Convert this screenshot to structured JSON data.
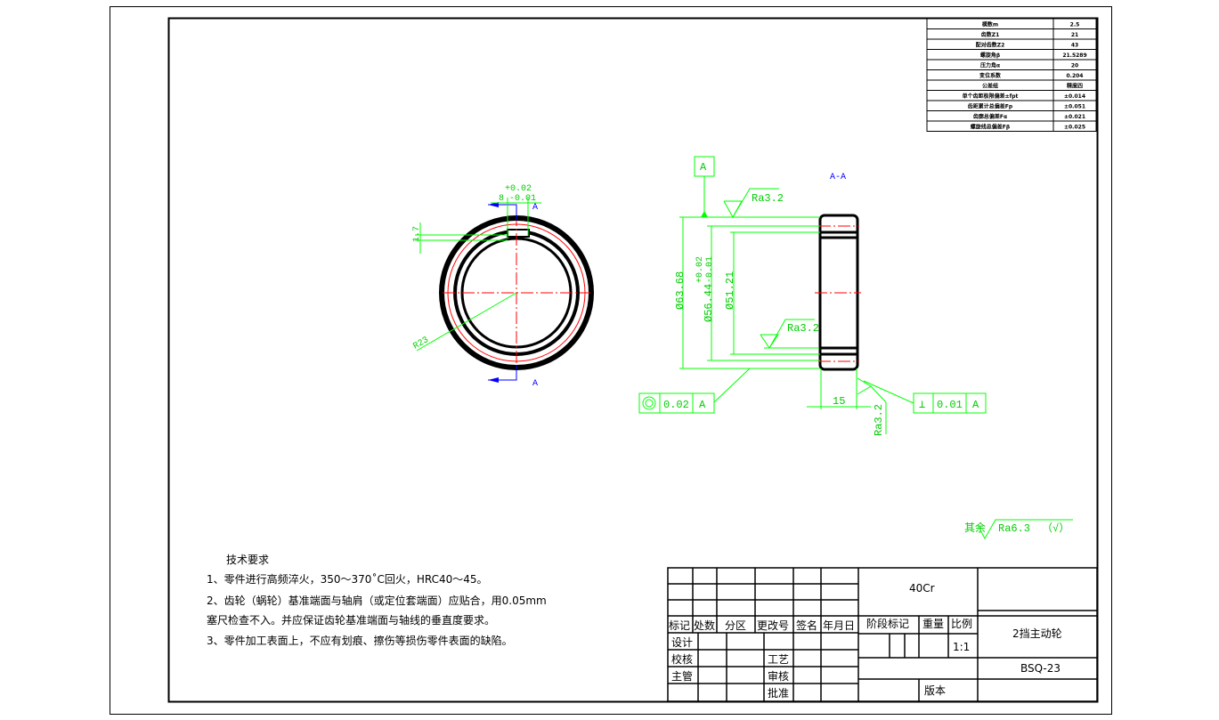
{
  "params": [
    {
      "label": "模数m",
      "value": "2.5"
    },
    {
      "label": "齿数Z1",
      "value": "21"
    },
    {
      "label": "配对齿数Z2",
      "value": "43"
    },
    {
      "label": "螺旋角β",
      "value": "21.5289"
    },
    {
      "label": "压力角α",
      "value": "20"
    },
    {
      "label": "变位系数",
      "value": "0.204"
    },
    {
      "label": "公差组",
      "value": "精度四"
    },
    {
      "label": "单个齿距极限偏差±fpt",
      "value": "±0.014"
    },
    {
      "label": "齿距累计总偏差Fp",
      "value": "±0.051"
    },
    {
      "label": "齿廓总偏差Fα",
      "value": "±0.021"
    },
    {
      "label": "螺旋线总偏差Fβ",
      "value": "±0.025"
    }
  ],
  "front_view": {
    "key_upper_tol": "+0.02",
    "key_lower": "8  -0.01",
    "section_mark": "A",
    "depth_dim": "1.7",
    "radius": "R23"
  },
  "section_view": {
    "title": "A-A",
    "datum": "A",
    "ra_top": "Ra3.2",
    "ra_mid": "Ra3.2",
    "ra_side": "Ra3.2",
    "dia_outer": "Ø63.68",
    "dia_pitch": "Ø56.44",
    "dia_pitch_tol_upper": "+0.02",
    "dia_pitch_tol_lower": "-0.01",
    "dia_inner": "Ø51.21",
    "width": "15",
    "runout": {
      "value": "0.02",
      "datum": "A"
    },
    "perp": {
      "symbol": "⊥",
      "value": "0.01",
      "datum": "A"
    }
  },
  "rest_roughness": {
    "label": "其余",
    "value": "Ra6.3",
    "suffix": "（√）"
  },
  "notes": {
    "title": "技术要求",
    "lines": [
      "1、零件进行高频淬火，350～370˚C回火，HRC40～45。",
      "2、齿轮（蜗轮）基准端面与轴肩（或定位套端面）应贴合，用0.05mm",
      "塞尺检查不入。并应保证齿轮基准端面与轴线的垂直度要求。",
      "3、零件加工表面上，不应有划痕、擦伤等损伤零件表面的缺陷。"
    ]
  },
  "title_block": {
    "headers": [
      "标记",
      "处数",
      "分区",
      "更改号",
      "签名",
      "年月日"
    ],
    "design": "设计",
    "check": "校核",
    "supervisor": "主管",
    "process": "工艺",
    "review": "审核",
    "approve": "批准",
    "material": "40Cr",
    "stage": "阶段标记",
    "weight": "重量",
    "scale_label": "比例",
    "scale": "1:1",
    "part_name": "2挡主动轮",
    "drawing_no": "BSQ-23",
    "version": "版本"
  }
}
